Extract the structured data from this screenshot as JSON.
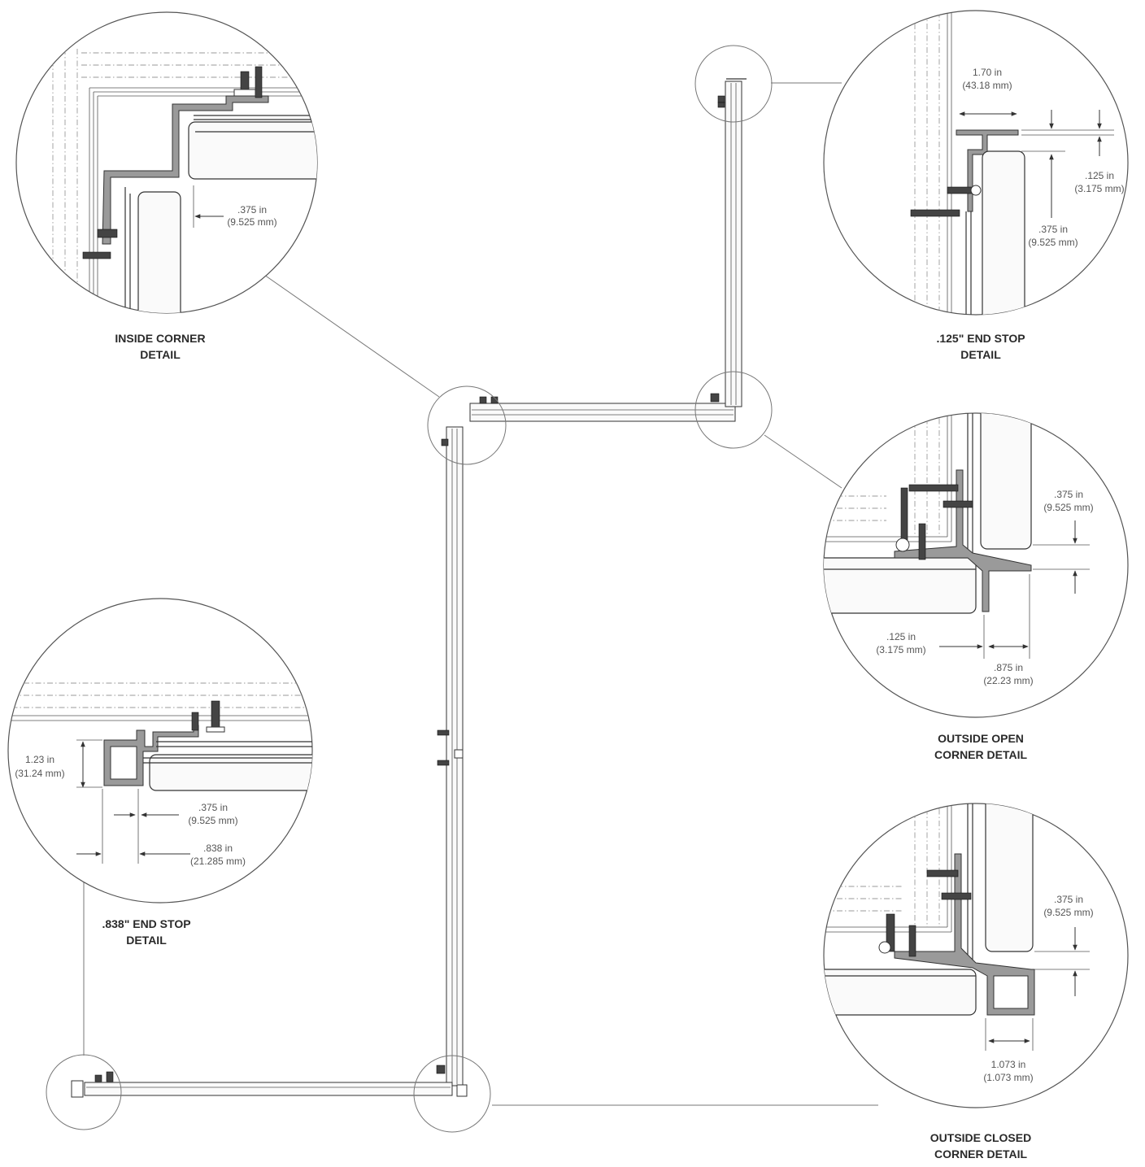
{
  "details": {
    "inside_corner": {
      "caption_1": "INSIDE CORNER",
      "caption_2": "DETAIL",
      "dim_in": ".375 in",
      "dim_mm": "(9.525 mm)"
    },
    "end_stop_125": {
      "caption_1": ".125\" END STOP",
      "caption_2": "DETAIL",
      "width_in": "1.70 in",
      "width_mm": "(43.18 mm)",
      "thick_in": ".125 in",
      "thick_mm": "(3.175 mm)",
      "gap_in": ".375 in",
      "gap_mm": "(9.525 mm)"
    },
    "outside_open_corner": {
      "caption_1": "OUTSIDE OPEN",
      "caption_2": "CORNER DETAIL",
      "gap_in": ".375 in",
      "gap_mm": "(9.525 mm)",
      "thick_in": ".125 in",
      "thick_mm": "(3.175 mm)",
      "leg_in": ".875 in",
      "leg_mm": "(22.23 mm)"
    },
    "end_stop_838": {
      "caption_1": ".838\" END STOP",
      "caption_2": "DETAIL",
      "height_in": "1.23 in",
      "height_mm": "(31.24 mm)",
      "gap_in": ".375 in",
      "gap_mm": "(9.525 mm)",
      "width_in": ".838 in",
      "width_mm": "(21.285 mm)"
    },
    "outside_closed_corner": {
      "caption_1": "OUTSIDE CLOSED",
      "caption_2": "CORNER DETAIL",
      "gap_in": ".375 in",
      "gap_mm": "(9.525 mm)",
      "width_in": "1.073 in",
      "width_mm": "(1.073 mm)"
    }
  }
}
